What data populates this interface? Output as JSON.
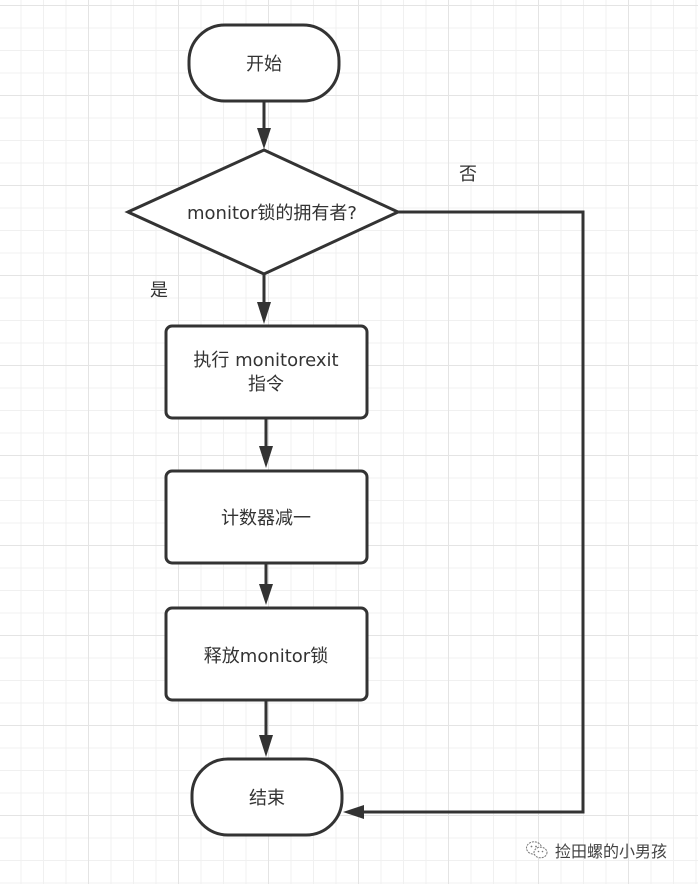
{
  "diagram": {
    "type": "flowchart",
    "nodes": {
      "start": {
        "shape": "terminal",
        "label": "开始"
      },
      "decision": {
        "shape": "diamond",
        "label": "monitor锁的拥有者?"
      },
      "exec": {
        "shape": "process",
        "label_line1": "执行 monitorexit",
        "label_line2": "指令"
      },
      "decrement": {
        "shape": "process",
        "label": "计数器减一"
      },
      "release": {
        "shape": "process",
        "label": "释放monitor锁"
      },
      "end": {
        "shape": "terminal",
        "label": "结束"
      }
    },
    "edges": [
      {
        "from": "start",
        "to": "decision",
        "label": ""
      },
      {
        "from": "decision",
        "to": "exec",
        "label": "是"
      },
      {
        "from": "decision",
        "to": "end",
        "label": "否"
      },
      {
        "from": "exec",
        "to": "decrement",
        "label": ""
      },
      {
        "from": "decrement",
        "to": "release",
        "label": ""
      },
      {
        "from": "release",
        "to": "end",
        "label": ""
      }
    ],
    "labels": {
      "yes": "是",
      "no": "否"
    },
    "colors": {
      "stroke": "#333333",
      "fill": "#ffffff",
      "grid": "#e4e4e4"
    }
  },
  "watermark": {
    "icon": "wechat-icon",
    "text": "捡田螺的小男孩"
  }
}
